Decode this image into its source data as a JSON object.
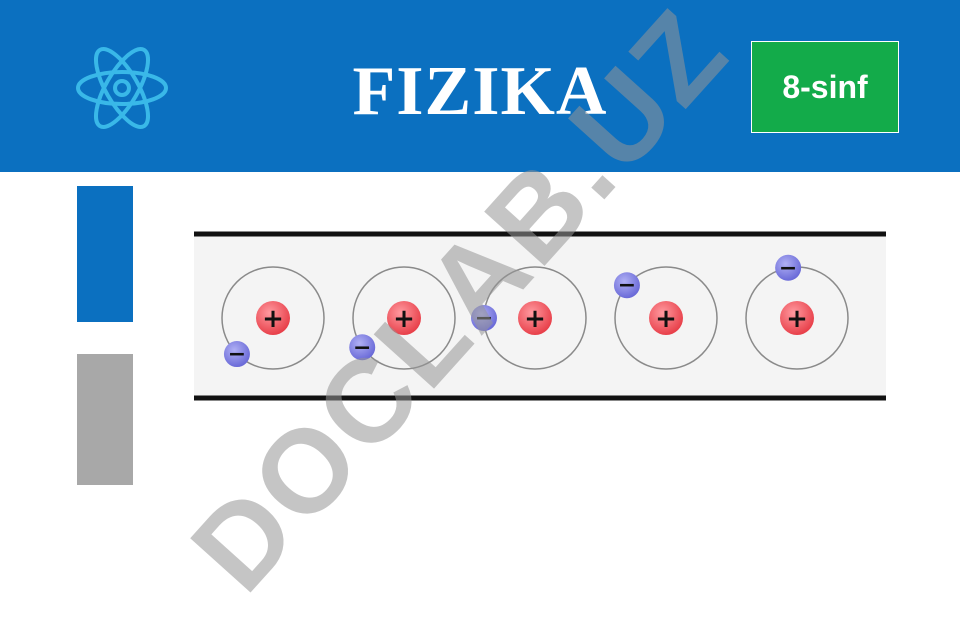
{
  "header": {
    "title": "FIZIKA",
    "grade_badge": "8-sinf",
    "icon": "atom-icon"
  },
  "colors": {
    "header_bg": "#0b70c0",
    "badge_bg": "#13ab4a",
    "bar_blue": "#0b70c0",
    "bar_gray": "#a8a8a8",
    "proton": "#e8404a",
    "electron": "#6a6ad8"
  },
  "diagram": {
    "atoms": [
      {
        "proton_label": "+",
        "electron_label": "−",
        "electron_angle_deg": 225
      },
      {
        "proton_label": "+",
        "electron_label": "−",
        "electron_angle_deg": 215
      },
      {
        "proton_label": "+",
        "electron_label": "−",
        "electron_angle_deg": 180
      },
      {
        "proton_label": "+",
        "electron_label": "−",
        "electron_angle_deg": 140
      },
      {
        "proton_label": "+",
        "electron_label": "−",
        "electron_angle_deg": 100
      }
    ]
  },
  "watermark": "DOCLAB.UZ"
}
